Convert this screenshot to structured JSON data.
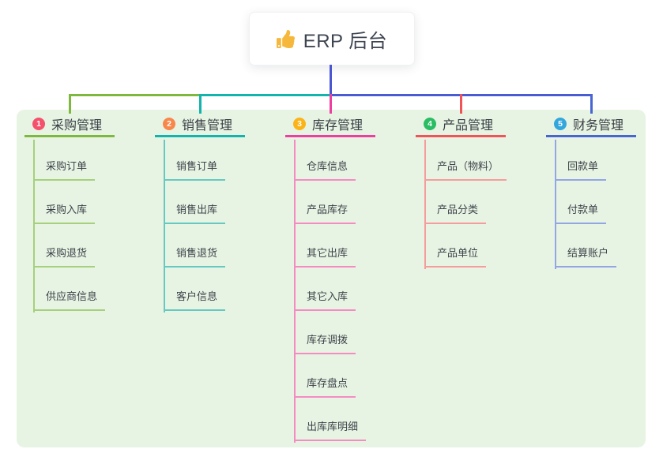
{
  "root": {
    "label": "ERP 后台",
    "icon": "thumbs-up-icon",
    "icon_color": "#f6b83c",
    "line_color": "#4a56d2"
  },
  "panel": {
    "background": "#e8f4e3"
  },
  "bus": {
    "segment_colors": [
      "#7cb93e",
      "#12b5ad",
      "#4a5cd4"
    ]
  },
  "branches": [
    {
      "badge": "1",
      "label": "采购管理",
      "badge_color": "#f4516c",
      "line_color": "#7cb93e",
      "child_line_color": "#a6d07c",
      "items": [
        "采购订单",
        "采购入库",
        "采购退货",
        "供应商信息"
      ]
    },
    {
      "badge": "2",
      "label": "销售管理",
      "badge_color": "#f8874b",
      "line_color": "#12b5ad",
      "child_line_color": "#66c9c1",
      "items": [
        "销售订单",
        "销售出库",
        "销售退货",
        "客户信息"
      ]
    },
    {
      "badge": "3",
      "label": "库存管理",
      "badge_color": "#fcb318",
      "line_color": "#ee3fa0",
      "child_line_color": "#f48cc2",
      "items": [
        "仓库信息",
        "产品库存",
        "其它出库",
        "其它入库",
        "库存调拨",
        "库存盘点",
        "出库库明细"
      ]
    },
    {
      "badge": "4",
      "label": "产品管理",
      "badge_color": "#2abd64",
      "line_color": "#f05456",
      "child_line_color": "#f69c9d",
      "items": [
        "产品（物料）",
        "产品分类",
        "产品单位"
      ]
    },
    {
      "badge": "5",
      "label": "财务管理",
      "badge_color": "#33a6dd",
      "line_color": "#4766d2",
      "child_line_color": "#92a6e4",
      "items": [
        "回款单",
        "付款单",
        "结算账户"
      ]
    }
  ]
}
